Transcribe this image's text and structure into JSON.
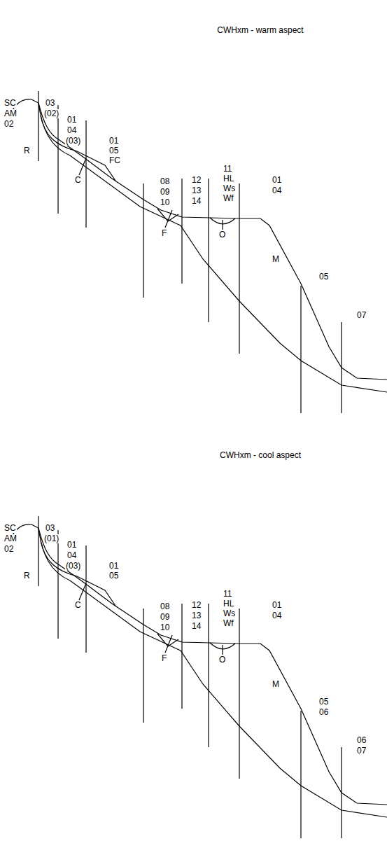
{
  "diagram": {
    "labels": [
      "CWHxm - warm aspect",
      "SC",
      "AM",
      "02",
      "03",
      "(02)",
      "R",
      "01",
      "04",
      "(03)",
      "01",
      "05",
      "FC",
      "C",
      "08",
      "09",
      "10",
      "F",
      "12",
      "13",
      "14",
      "11",
      "HL",
      "Ws",
      "Wf",
      "O",
      "01",
      "04",
      "M",
      "05",
      "07",
      "CWHxm - cool aspect",
      "SC",
      "AM",
      "02",
      "03",
      "(01)",
      "R",
      "01",
      "04",
      "(03)",
      "01",
      "05",
      "C",
      "08",
      "09",
      "10",
      "F",
      "12",
      "13",
      "14",
      "11",
      "HL",
      "Ws",
      "Wf",
      "O",
      "01",
      "04",
      "M",
      "05",
      "06",
      "06",
      "07"
    ]
  }
}
